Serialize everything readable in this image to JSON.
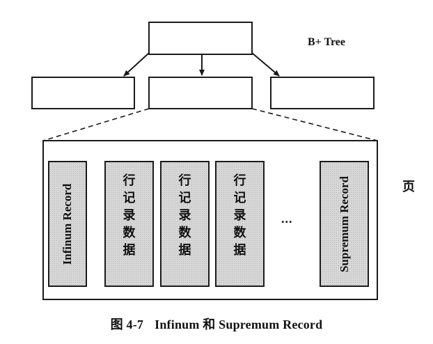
{
  "tree_label": "B+ Tree",
  "page_label": "页",
  "records": [
    {
      "text": "Infinum Record",
      "orientation": "rotated"
    },
    {
      "text": "行记录数据",
      "orientation": "stacked"
    },
    {
      "text": "行记录数据",
      "orientation": "stacked"
    },
    {
      "text": "行记录数据",
      "orientation": "stacked"
    },
    {
      "text": "Supremum Record",
      "orientation": "rotated"
    }
  ],
  "ellipsis": "...",
  "caption": {
    "figure_number": "图 4-7",
    "title": "Infinum 和 Supremum Record"
  },
  "colors": {
    "line": "#1a1a1a",
    "record_fill": "#d7d7d7",
    "background": "#ffffff"
  }
}
